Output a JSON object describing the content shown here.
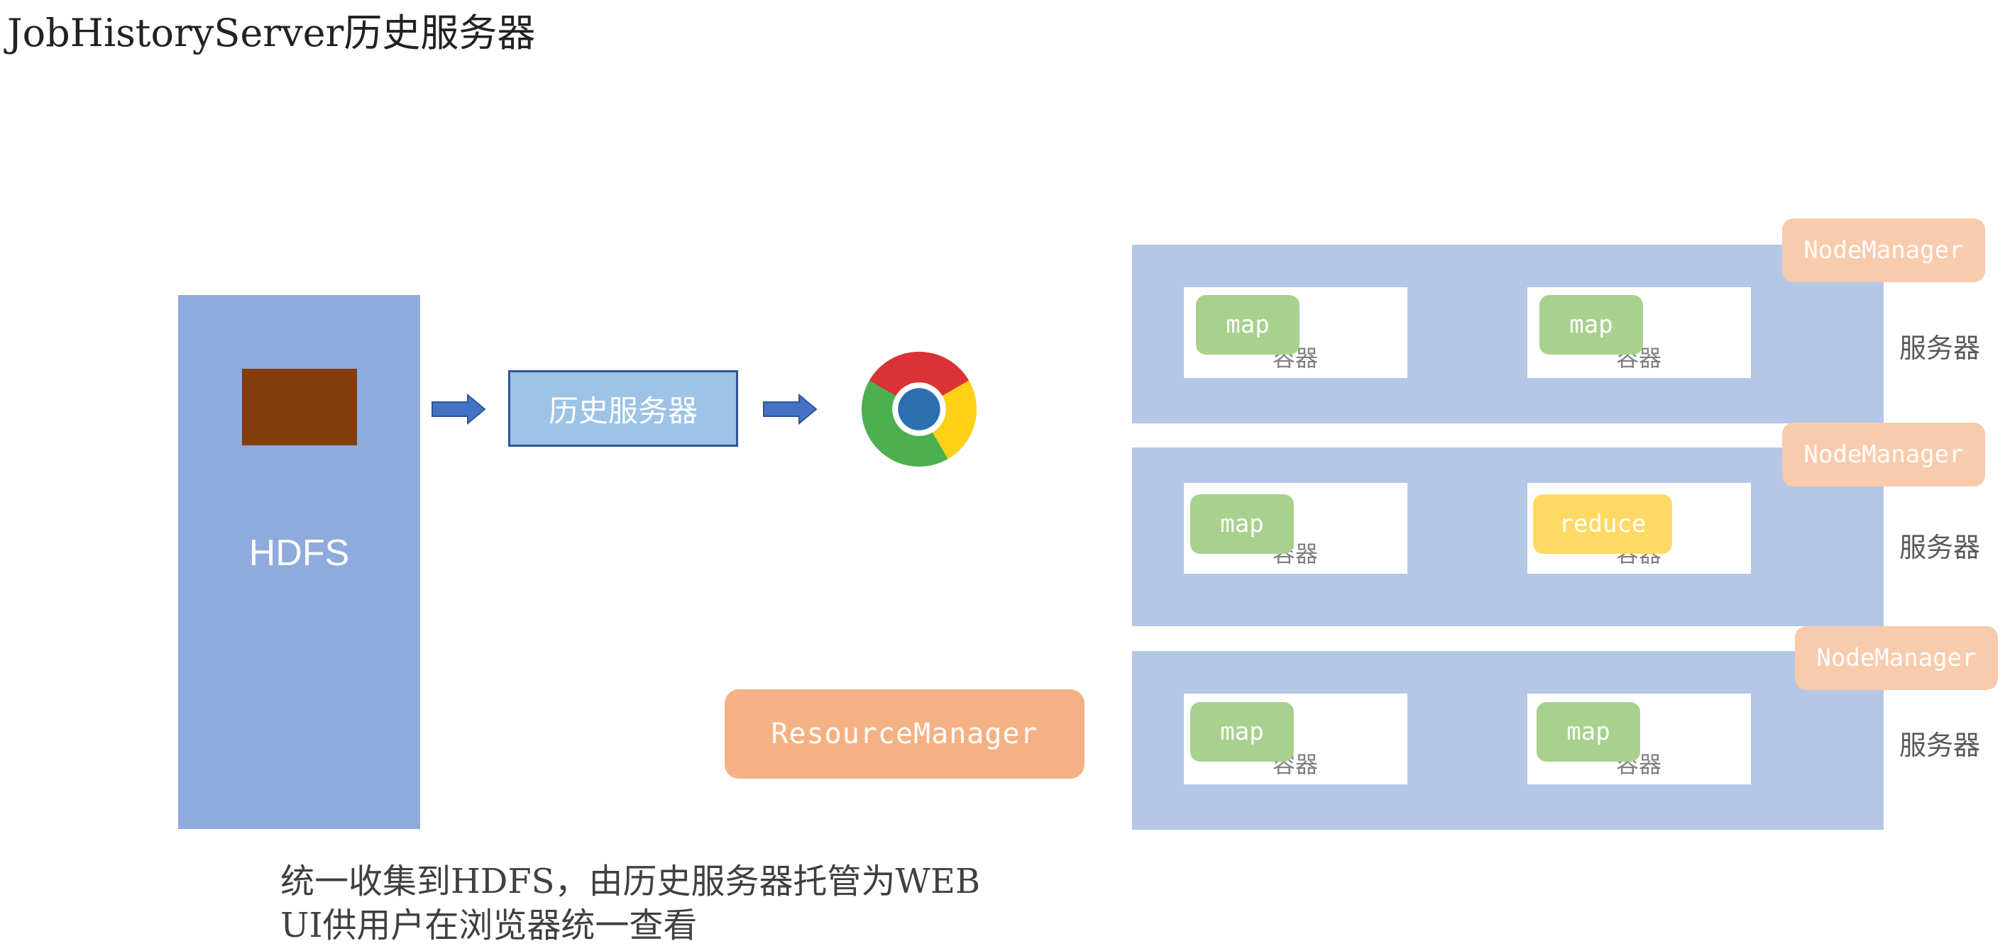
{
  "title": "JobHistoryServer历史服务器",
  "hdfs": {
    "label": "HDFS"
  },
  "history_server": {
    "label": "历史服务器"
  },
  "browser": {
    "icon": "chrome-icon"
  },
  "resource_manager": {
    "label": "ResourceManager"
  },
  "servers": [
    {
      "node_manager": "NodeManager",
      "label": "服务器",
      "containers": [
        {
          "label": "容器",
          "task": "map"
        },
        {
          "label": "容器",
          "task": "map"
        }
      ]
    },
    {
      "node_manager": "NodeManager",
      "label": "服务器",
      "containers": [
        {
          "label": "容器",
          "task": "map"
        },
        {
          "label": "容器",
          "task": "reduce"
        }
      ]
    },
    {
      "node_manager": "NodeManager",
      "label": "服务器",
      "containers": [
        {
          "label": "容器",
          "task": "map"
        },
        {
          "label": "容器",
          "task": "map"
        }
      ]
    }
  ],
  "caption": {
    "line1": "统一收集到HDFS，由历史服务器托管为WEB",
    "line2": "UI供用户在浏览器统一查看"
  },
  "colors": {
    "hdfs": "#8faadc",
    "log_block": "#843c0c",
    "history_box": "#9dc3e6",
    "resource_manager": "#f4b183",
    "server": "#b4c7e7",
    "node_manager": "#f8cbad",
    "map": "#a9d18e",
    "reduce": "#ffd966",
    "arrow": "#4472c4"
  }
}
